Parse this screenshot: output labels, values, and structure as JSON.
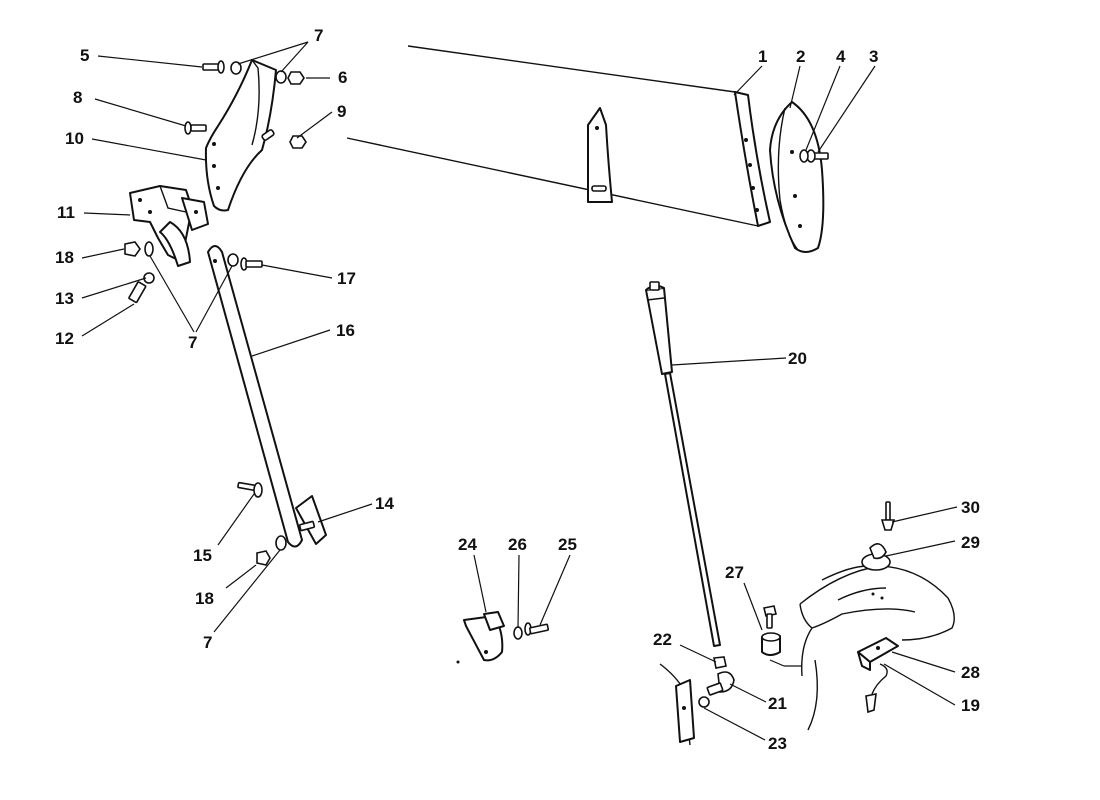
{
  "labels": [
    "1",
    "2",
    "3",
    "4",
    "5",
    "6",
    "7",
    "8",
    "9",
    "10",
    "11",
    "12",
    "13",
    "14",
    "15",
    "16",
    "17",
    "18",
    "19",
    "20",
    "21",
    "22",
    "23",
    "24",
    "25",
    "26",
    "27",
    "28",
    "29",
    "30"
  ],
  "colors": {
    "ink": "#111111",
    "paper": "#ffffff"
  }
}
